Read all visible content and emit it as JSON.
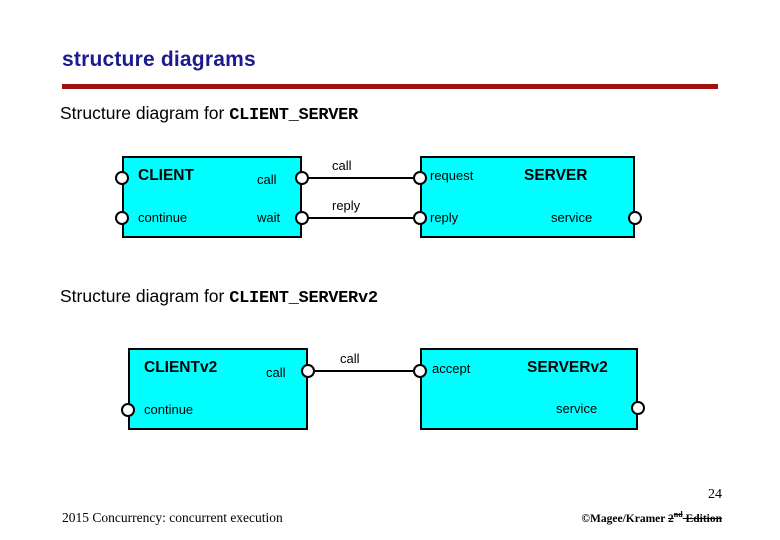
{
  "slide": {
    "title": "structure diagrams",
    "page_number": "24",
    "footer_left": "2015  Concurrency: concurrent execution",
    "footer_right_prefix": "©Magee/Kramer ",
    "footer_right_edition_num": "2",
    "footer_right_edition_sup": "nd",
    "footer_right_edition_word": " Edition",
    "accent_rule_color": "#a01010",
    "title_color": "#1b1b8f",
    "box_fill": "#00ffff"
  },
  "sections": [
    {
      "label_prefix": "Structure diagram for ",
      "label_mono": "CLIENT_SERVER",
      "left_box": {
        "name": "CLIENT",
        "rows": [
          {
            "text": "call"
          },
          {
            "text": "continue"
          }
        ],
        "right_ports": [
          {
            "label": "call"
          },
          {
            "label": "wait"
          }
        ]
      },
      "right_box": {
        "name": "SERVER",
        "rows": [
          {
            "text": "request"
          },
          {
            "text": "reply"
          }
        ],
        "service_label": "service"
      },
      "connectors": [
        {
          "label": "call"
        },
        {
          "label": "reply"
        }
      ]
    },
    {
      "label_prefix": "Structure diagram for ",
      "label_mono": "CLIENT_SERVERv2",
      "left_box": {
        "name": "CLIENTv2",
        "rows": [
          {
            "text": "call"
          },
          {
            "text": "continue"
          }
        ],
        "right_ports": [
          {
            "label": "call"
          }
        ]
      },
      "right_box": {
        "name": "SERVERv2",
        "rows": [
          {
            "text": "accept"
          }
        ],
        "service_label": "service"
      },
      "connectors": [
        {
          "label": "call"
        }
      ]
    }
  ]
}
